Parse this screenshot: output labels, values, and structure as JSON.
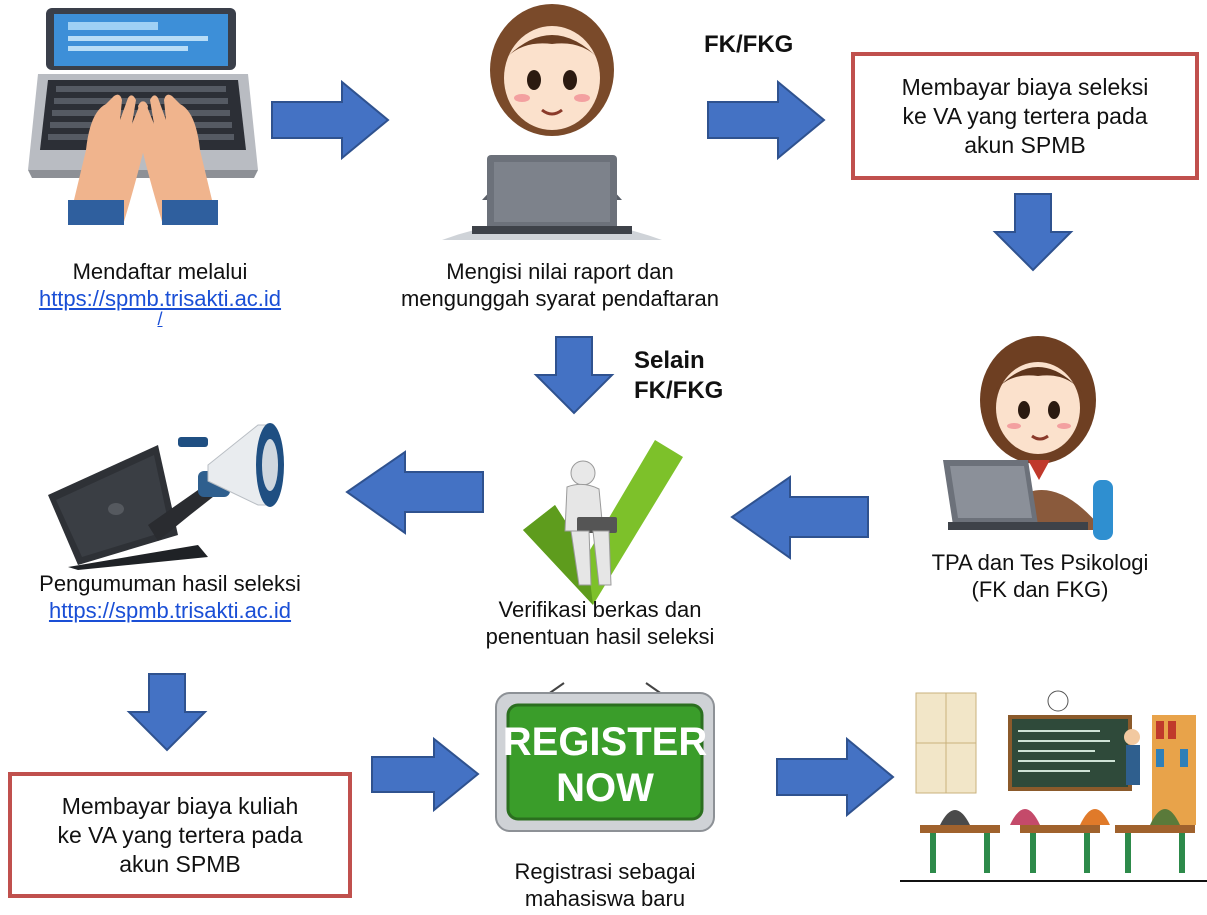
{
  "steps": {
    "register": {
      "line1": "Mendaftar melalui",
      "link": "https://spmb.trisakti.ac.id",
      "trail": "/"
    },
    "fill": {
      "line1": "Mengisi nilai raport dan",
      "line2": "mengunggah syarat pendaftaran"
    },
    "pay_selection": {
      "line1": "Membayar biaya seleksi",
      "line2": "ke VA yang tertera pada",
      "line3": "akun SPMB"
    },
    "test": {
      "line1": "TPA dan Tes Psikologi",
      "line2": "(FK dan FKG)"
    },
    "verify": {
      "line1": "Verifikasi berkas dan",
      "line2": "penentuan hasil seleksi"
    },
    "announce": {
      "line1": "Pengumuman hasil seleksi",
      "link": "https://spmb.trisakti.ac.id"
    },
    "pay_tuition": {
      "line1": "Membayar biaya kuliah",
      "line2": "ke VA yang tertera pada",
      "line3": "akun SPMB"
    },
    "registration": {
      "line1": "Registrasi sebagai",
      "line2": "mahasiswa baru"
    }
  },
  "branch_labels": {
    "fk_fkg": "FK/FKG",
    "other_line1": "Selain",
    "other_line2": "FK/FKG"
  },
  "register_sign": {
    "line1": "REGISTER",
    "line2": "NOW"
  },
  "colors": {
    "arrow": "#4472c4",
    "arrow_border": "#2f528f",
    "box_border": "#c0504d",
    "link": "#1a4fd6",
    "check": "#7dc12a",
    "sign": "#3a9d2a"
  },
  "icons": [
    "laptop-typing-icon",
    "girl-at-laptop-icon",
    "girl-test-icon",
    "checkmark-person-icon",
    "megaphone-laptop-icon",
    "register-now-sign-icon",
    "classroom-icon"
  ]
}
